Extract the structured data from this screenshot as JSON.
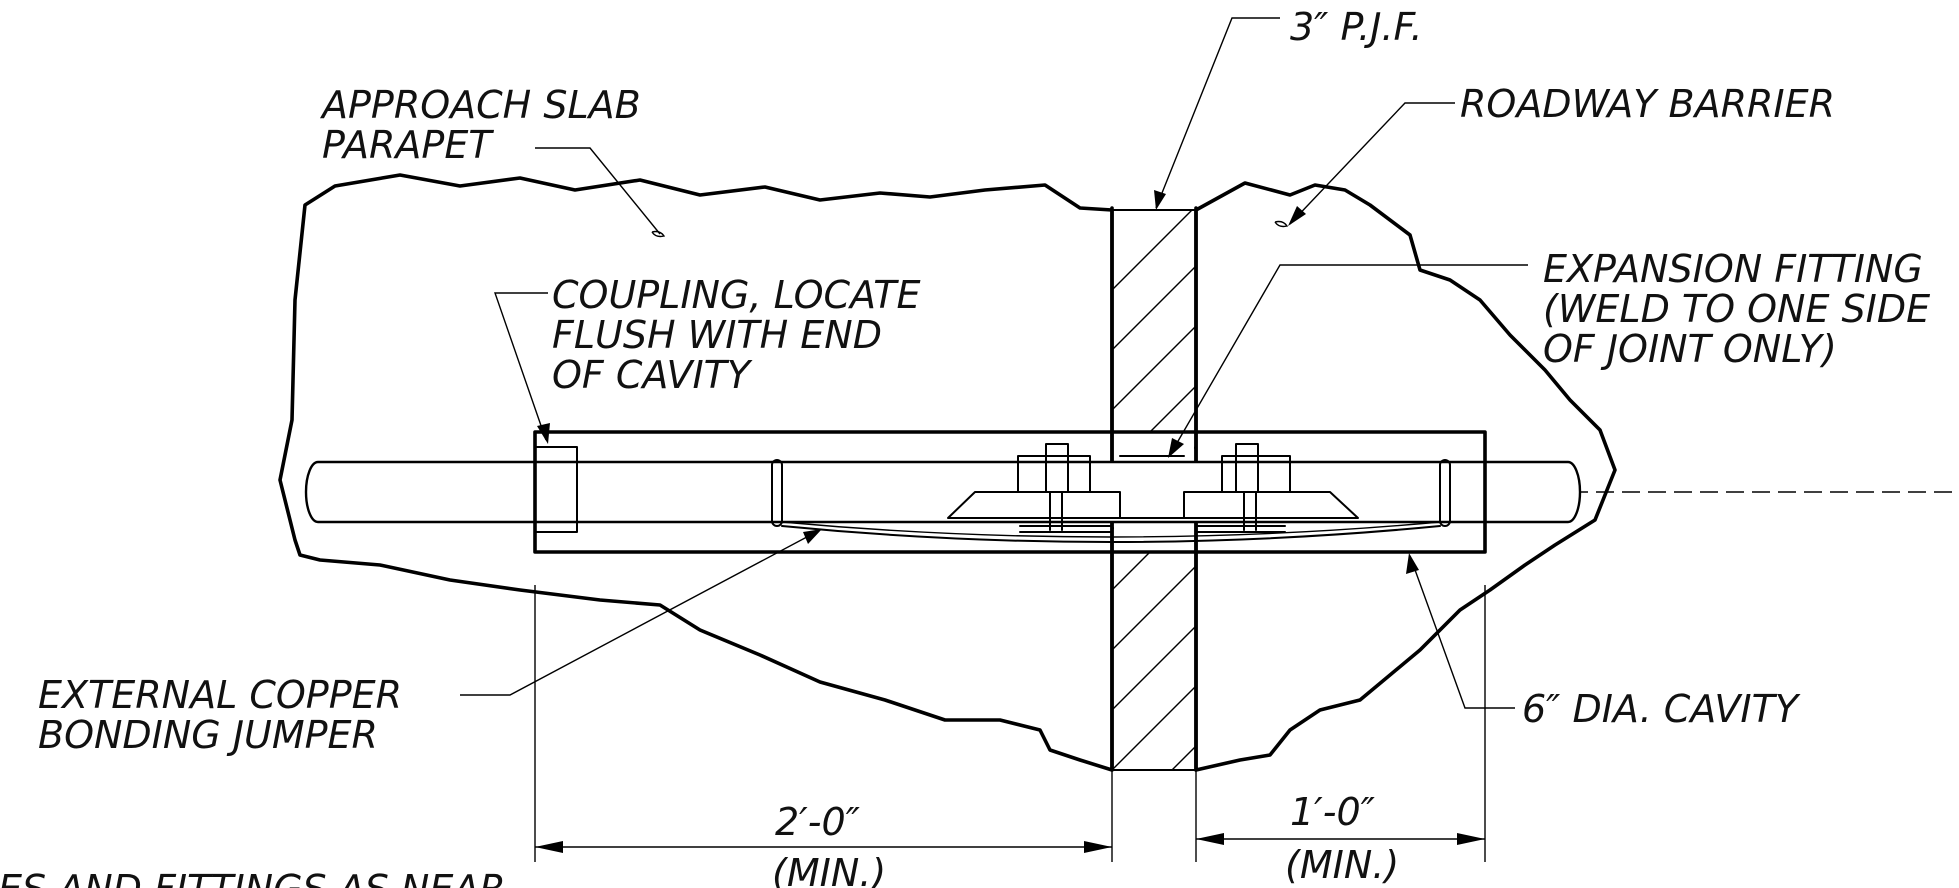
{
  "labels": {
    "pjf": "3″ P.J.F.",
    "approach_line1": "APPROACH SLAB",
    "approach_line2": "PARAPET",
    "roadway_barrier": "ROADWAY BARRIER",
    "coupling_line1": "COUPLING, LOCATE",
    "coupling_line2": "FLUSH WITH END",
    "coupling_line3": "OF CAVITY",
    "expansion_line1": "EXPANSION FITTING",
    "expansion_line2": "(WELD TO ONE SIDE",
    "expansion_line3": "OF JOINT ONLY)",
    "jumper_line1": "EXTERNAL COPPER",
    "jumper_line2": "BONDING JUMPER",
    "cavity": "6″ DIA. CAVITY",
    "dim_left": "2′-0″",
    "dim_left_min": "(MIN.)",
    "dim_right": "1′-0″",
    "dim_right_min": "(MIN.)",
    "bottom_note": "ES AND FITTINGS AS NEAR"
  }
}
